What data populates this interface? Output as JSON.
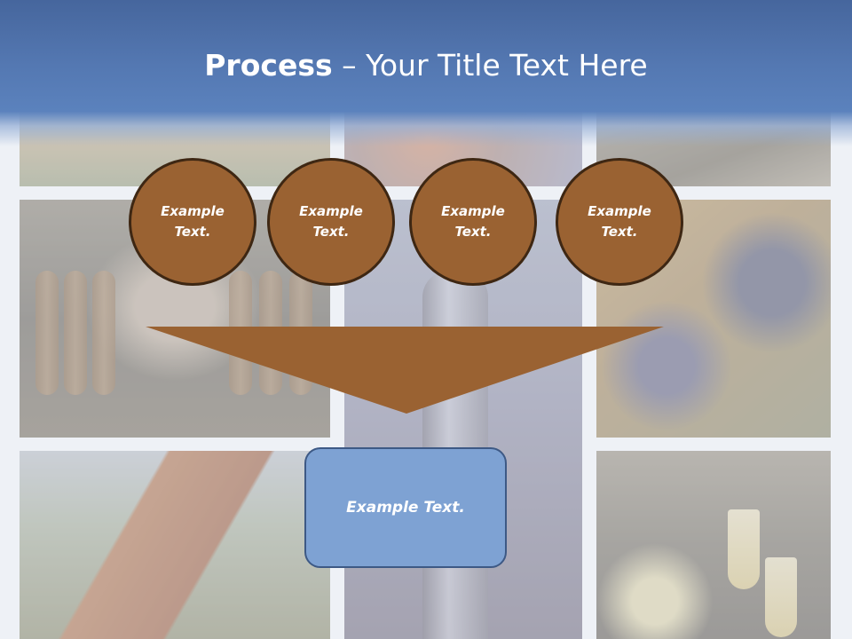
{
  "title": {
    "bold": "Process",
    "rest": " – Your Title Text Here"
  },
  "circles": [
    {
      "line1": "Example",
      "line2": "Text."
    },
    {
      "line1": "Example",
      "line2": "Text."
    },
    {
      "line1": "Example",
      "line2": "Text."
    },
    {
      "line1": "Example",
      "line2": "Text."
    }
  ],
  "result": {
    "text": "Example Text."
  },
  "colors": {
    "banner": "#5478b2",
    "circle_fill": "#9a6232",
    "circle_border": "#3e2713",
    "funnel": "#9a6232",
    "result_fill": "#7ea2d3",
    "result_border": "#3d5985"
  }
}
